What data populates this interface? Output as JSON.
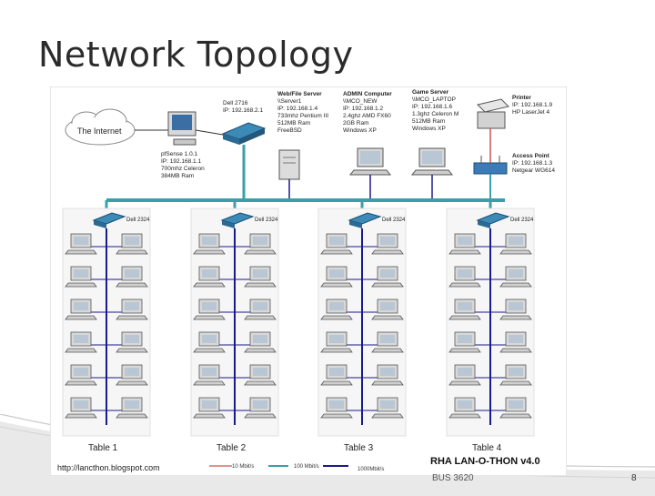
{
  "slide": {
    "title": "Network Topology",
    "course": "BUS 3620",
    "page": "8"
  },
  "colors": {
    "backbone": "#3aa0a8",
    "fast_link": "#1a1a8c",
    "printer_link": "#d05050",
    "background": "#ffffff"
  },
  "diagram": {
    "cloud_label": "The Internet",
    "firewall": {
      "lines": [
        "pfSense 1.0.1",
        "IP: 192.168.1.1",
        "700mhz Celeron",
        "384MB Ram"
      ]
    },
    "core_switch": {
      "lines": [
        "Dell 2716",
        "IP: 192.168.2.1"
      ]
    },
    "server": {
      "lines": [
        "Web/File Server",
        "\\\\Server1",
        "IP: 192.168.1.4",
        "733mhz Pentium III",
        "512MB Ram",
        "FreeBSD"
      ]
    },
    "admin": {
      "lines": [
        "ADMIN Computer",
        "\\\\MCO_NEW",
        "IP: 192.168.1.2",
        "2.4ghz AMD FX60",
        "2GB Ram",
        "Windows XP"
      ]
    },
    "game_server": {
      "lines": [
        "Game Server",
        "\\\\MCO_LAPTOP",
        "IP: 192.168.1.6",
        "1.3ghz Celeron M",
        "512MB Ram",
        "Windows XP"
      ]
    },
    "printer": {
      "lines": [
        "Printer",
        "IP: 192.168.1.9",
        "HP LaserJet 4"
      ]
    },
    "access_point": {
      "lines": [
        "Access Point",
        "IP: 192.168.1.3",
        "Netgear WG614"
      ]
    },
    "table_switch_label": "Dell 2324",
    "tables": [
      "Table 1",
      "Table 2",
      "Table 3",
      "Table 4"
    ],
    "url": "http://lancthon.blogspot.com",
    "legend": [
      "10 Mbit/s",
      "100 Mbit/s",
      "1000Mbit/s"
    ],
    "event": "RHA LAN-O-THON v4.0"
  }
}
